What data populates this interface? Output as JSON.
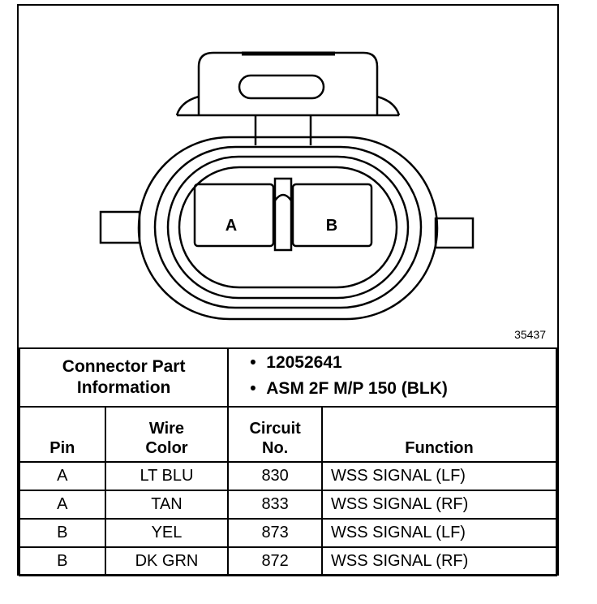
{
  "figure": {
    "number": "35437",
    "cavity_labels": [
      "A",
      "B"
    ]
  },
  "connector_info": {
    "title_line1": "Connector Part",
    "title_line2": "Information",
    "items": [
      "12052641",
      "ASM 2F M/P 150 (BLK)"
    ]
  },
  "table": {
    "headers": {
      "pin": "Pin",
      "wire_color_line1": "Wire",
      "wire_color_line2": "Color",
      "circuit_line1": "Circuit",
      "circuit_line2": "No.",
      "function": "Function"
    },
    "rows": [
      {
        "pin": "A",
        "color": "LT BLU",
        "circuit": "830",
        "function": "WSS SIGNAL (LF)"
      },
      {
        "pin": "A",
        "color": "TAN",
        "circuit": "833",
        "function": "WSS SIGNAL (RF)"
      },
      {
        "pin": "B",
        "color": "YEL",
        "circuit": "873",
        "function": "WSS SIGNAL (LF)"
      },
      {
        "pin": "B",
        "color": "DK GRN",
        "circuit": "872",
        "function": "WSS SIGNAL (RF)"
      }
    ]
  }
}
